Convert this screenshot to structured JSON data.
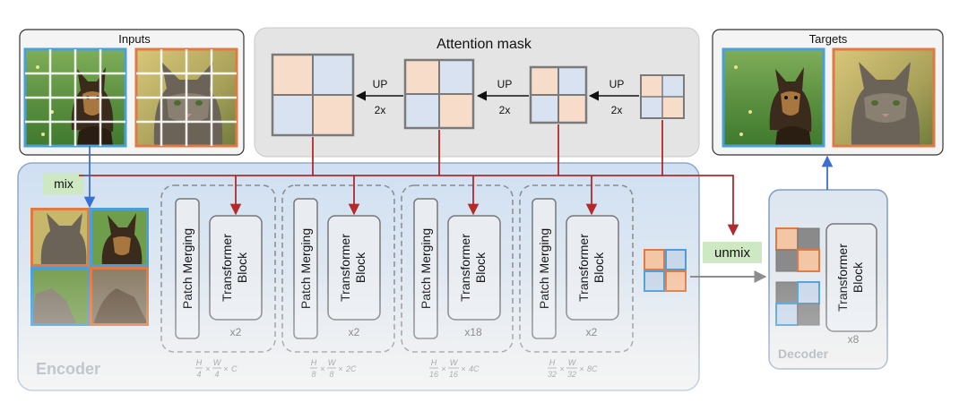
{
  "inputs_panel": {
    "title": "Inputs"
  },
  "targets_panel": {
    "title": "Targets"
  },
  "attention_panel": {
    "title": "Attention mask",
    "upsample_steps": [
      {
        "label": "UP",
        "factor": "2x"
      },
      {
        "label": "UP",
        "factor": "2x"
      },
      {
        "label": "UP",
        "factor": "2x"
      }
    ]
  },
  "encoder": {
    "title": "Encoder",
    "mix_label": "mix",
    "stages": [
      {
        "merge_label": "Patch Merging",
        "block_line1": "Transformer",
        "block_line2": "Block",
        "repeat": "x2",
        "dim_h": "H",
        "dim_hden": "4",
        "dim_w": "W",
        "dim_wden": "4",
        "dim_c": "C"
      },
      {
        "merge_label": "Patch Merging",
        "block_line1": "Transformer",
        "block_line2": "Block",
        "repeat": "x2",
        "dim_h": "H",
        "dim_hden": "8",
        "dim_w": "W",
        "dim_wden": "8",
        "dim_c": "2C"
      },
      {
        "merge_label": "Patch Merging",
        "block_line1": "Transformer",
        "block_line2": "Block",
        "repeat": "x18",
        "dim_h": "H",
        "dim_hden": "16",
        "dim_w": "W",
        "dim_wden": "16",
        "dim_c": "4C"
      },
      {
        "merge_label": "Patch Merging",
        "block_line1": "Transformer",
        "block_line2": "Block",
        "repeat": "x2",
        "dim_h": "H",
        "dim_hden": "32",
        "dim_w": "W",
        "dim_wden": "32",
        "dim_c": "8C"
      }
    ]
  },
  "unmix_label": "unmix",
  "decoder": {
    "title": "Decoder",
    "block_line1": "Transformer",
    "block_line2": "Block",
    "repeat": "x8"
  },
  "colors": {
    "blue_border": "#4a9fd8",
    "orange_border": "#e07a45",
    "mask_orange": "#f7dcc9",
    "mask_blue": "#d8e2f1",
    "arrow_red": "#b22a2a",
    "arrow_blue": "#3b6fd4",
    "mix_bg": "#cfe8c4"
  }
}
